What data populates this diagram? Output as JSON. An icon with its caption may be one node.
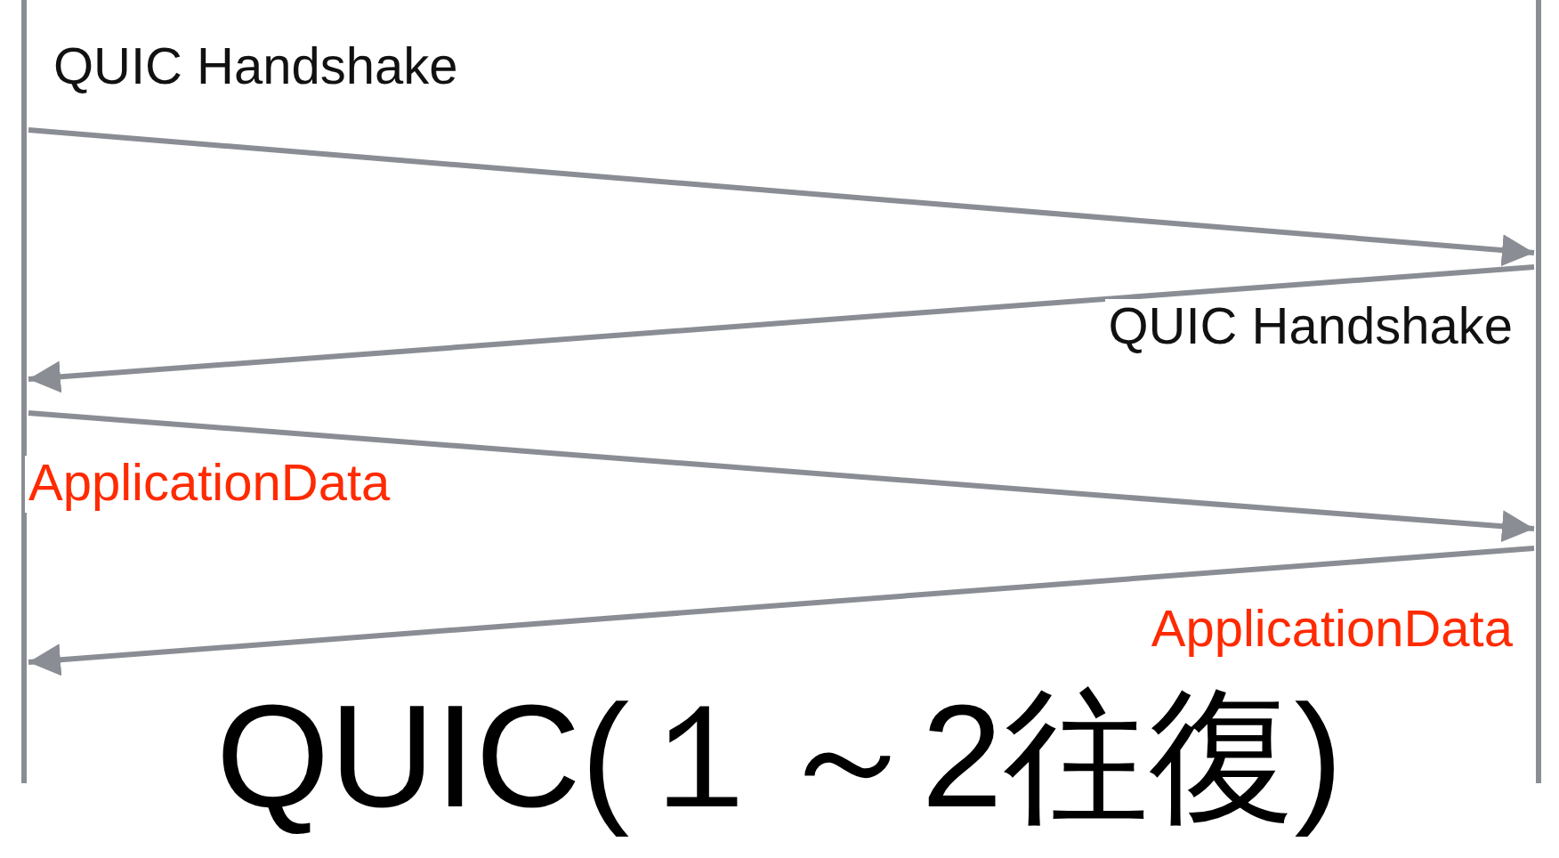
{
  "diagram": {
    "title": "QUIC(１～2往復)",
    "nodes": [
      {
        "text": [],
        "shape": "bar"
      },
      {
        "text": [],
        "shape": "bar"
      }
    ],
    "edges": [
      {
        "from": 0,
        "to": 1,
        "arrow": "to",
        "label": "QUIC Handshake"
      },
      {
        "from": 1,
        "to": 0,
        "arrow": "to",
        "label": "QUIC Handshake"
      },
      {
        "from": 0,
        "to": 1,
        "arrow": "to",
        "label": "ApplicationData"
      },
      {
        "from": 1,
        "to": 0,
        "arrow": "to",
        "label": "ApplicationData"
      }
    ]
  }
}
